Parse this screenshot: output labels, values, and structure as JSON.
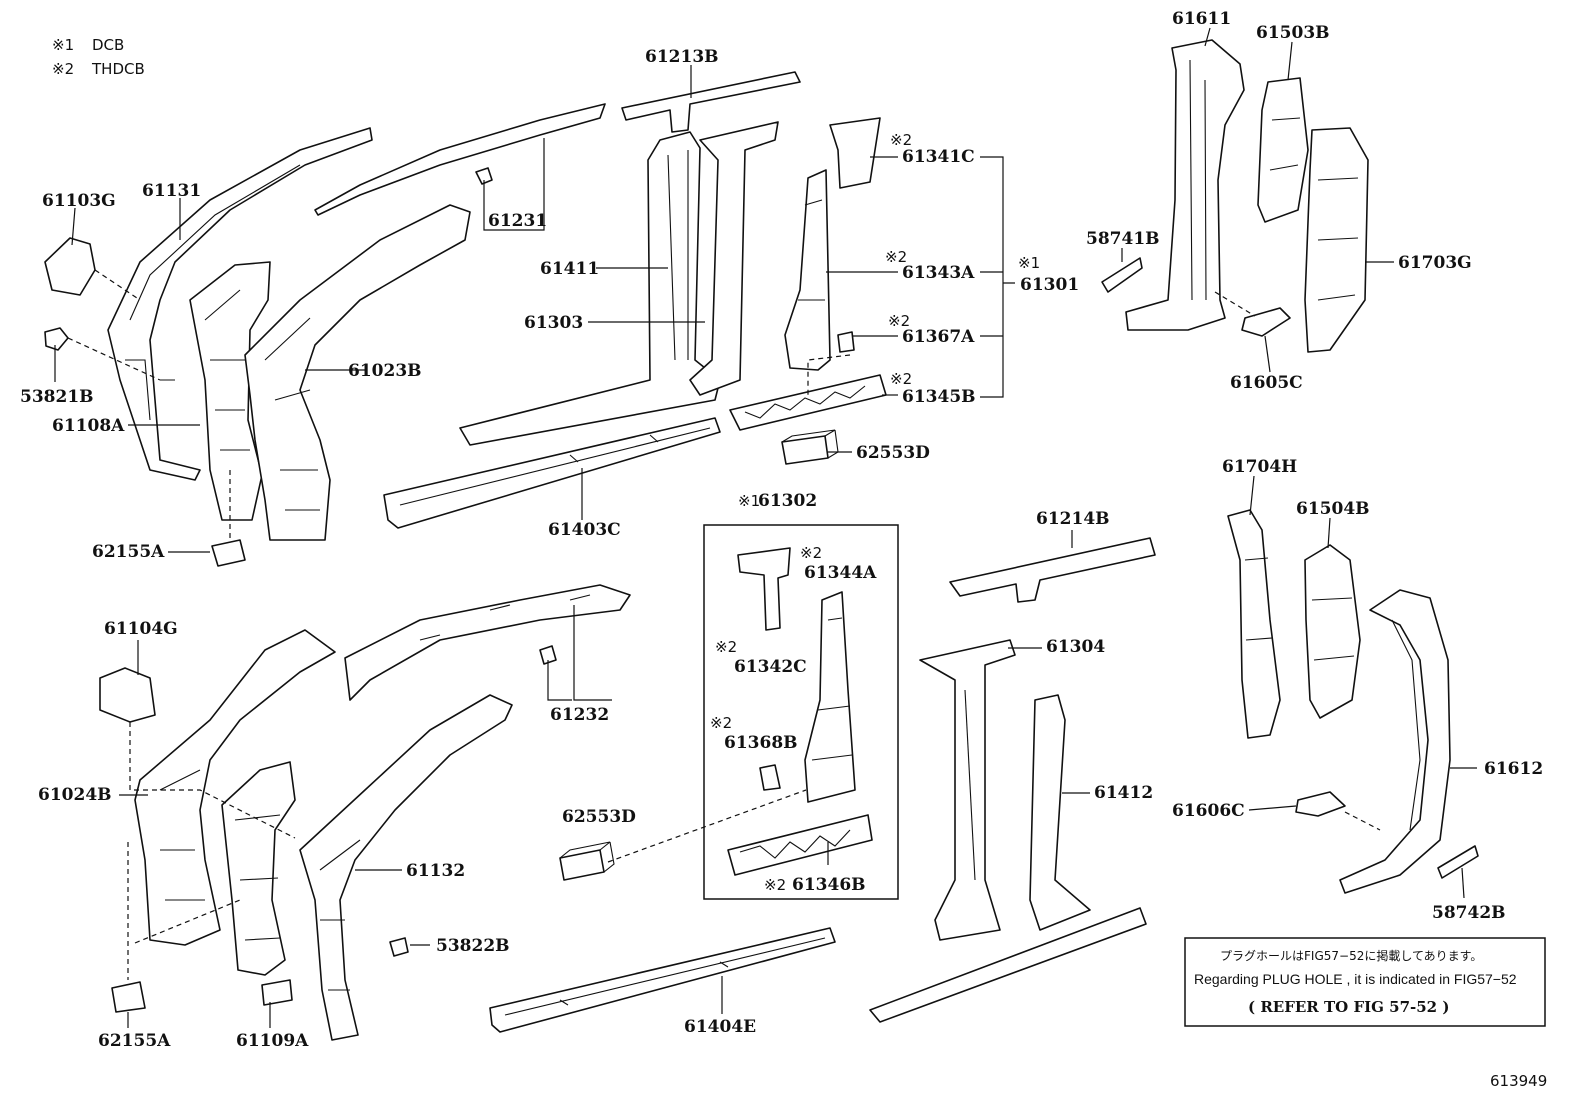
{
  "legend": [
    {
      "mark": "※1",
      "code": "DCB"
    },
    {
      "mark": "※2",
      "code": "THDCB"
    }
  ],
  "group_title": {
    "mark": "※1",
    "part": "61302"
  },
  "callouts": [
    {
      "id": "61213B"
    },
    {
      "id": "61611"
    },
    {
      "id": "61503B"
    },
    {
      "id": "61103G"
    },
    {
      "id": "61131"
    },
    {
      "id": "61231"
    },
    {
      "id": "61341C",
      "mark": "※2"
    },
    {
      "id": "61411"
    },
    {
      "id": "58741B"
    },
    {
      "id": "61343A",
      "mark": "※2"
    },
    {
      "id": "61301",
      "mark": "※1"
    },
    {
      "id": "61703G"
    },
    {
      "id": "61303"
    },
    {
      "id": "61367A",
      "mark": "※2"
    },
    {
      "id": "53821B"
    },
    {
      "id": "61023B"
    },
    {
      "id": "61345B",
      "mark": "※2"
    },
    {
      "id": "61605C"
    },
    {
      "id": "61108A"
    },
    {
      "id": "62553D"
    },
    {
      "id": "61403C"
    },
    {
      "id": "61704H"
    },
    {
      "id": "61214B"
    },
    {
      "id": "61504B"
    },
    {
      "id": "62155A"
    },
    {
      "id": "61344A",
      "mark": "※2"
    },
    {
      "id": "61104G"
    },
    {
      "id": "61342C",
      "mark": "※2"
    },
    {
      "id": "61304"
    },
    {
      "id": "61232"
    },
    {
      "id": "61368B",
      "mark": "※2"
    },
    {
      "id": "61024B"
    },
    {
      "id": "61412"
    },
    {
      "id": "61612"
    },
    {
      "id": "61606C"
    },
    {
      "id": "62553D"
    },
    {
      "id": "61132"
    },
    {
      "id": "61346B",
      "mark": "※2"
    },
    {
      "id": "58742B"
    },
    {
      "id": "53822B"
    },
    {
      "id": "62155A"
    },
    {
      "id": "61109A"
    },
    {
      "id": "61404E"
    }
  ],
  "note": {
    "line_jp": "プラグホールはFIG57−52に掲載してあります。",
    "line_en": "Regarding PLUG HOLE , it is indicated in FIG57−52",
    "line_ref": "( REFER TO FIG 57-52 )"
  },
  "figure_number": "613949"
}
